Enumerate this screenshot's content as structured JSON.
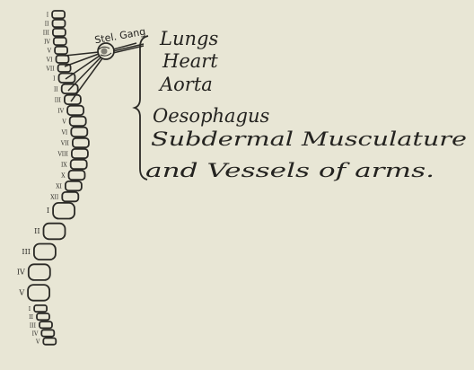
{
  "ganglion": {
    "label": "Stel. Gang"
  },
  "organs": [
    "Lungs",
    "Heart",
    "Aorta",
    "Oesophagus",
    "Subdermal Musculature",
    "and Vessels of arms."
  ],
  "numerals": [
    "I",
    "II",
    "III",
    "IV",
    "V",
    "VI",
    "VII",
    "I",
    "II",
    "III",
    "IV",
    "V",
    "VI",
    "VII",
    "VIII",
    "IX",
    "X",
    "XI",
    "XII",
    "I",
    "II",
    "III",
    "IV",
    "V",
    "I",
    "II",
    "III",
    "IV",
    "V"
  ],
  "colors": {
    "paper": "#e8e6d5",
    "ink": "#2b2a26"
  }
}
